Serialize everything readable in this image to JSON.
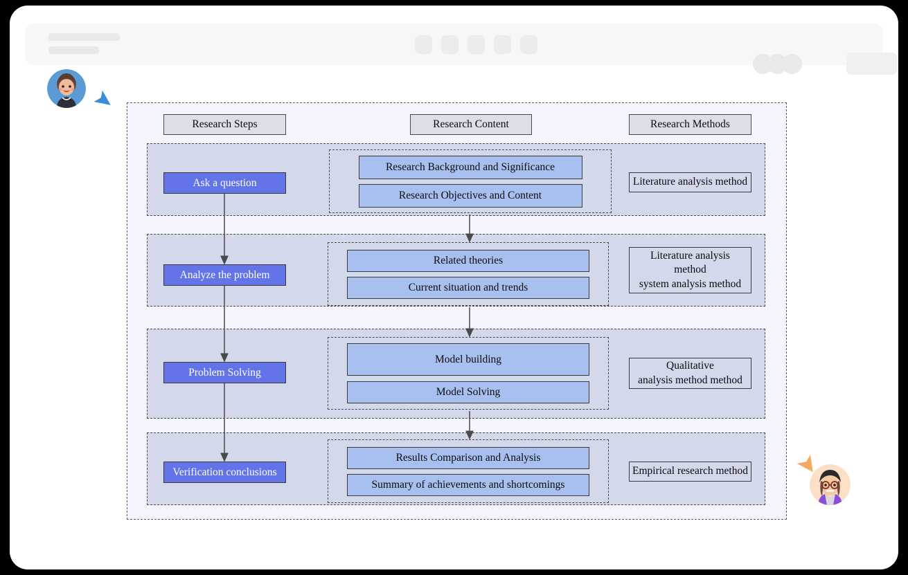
{
  "window": {
    "titlebar": {
      "skeleton_bars": 2,
      "center_icon_count": 5,
      "avatar_group_count": 3,
      "action_pill": ""
    }
  },
  "presence": {
    "cursors": [
      {
        "name": "blue-cursor",
        "color": "#3b8ddb",
        "label": ""
      },
      {
        "name": "orange-cursor",
        "color": "#f5a964",
        "label": ""
      }
    ]
  },
  "diagram": {
    "title": "",
    "headers": [
      {
        "id": "steps",
        "label": "Research Steps"
      },
      {
        "id": "content",
        "label": "Research Content"
      },
      {
        "id": "methods",
        "label": "Research Methods"
      }
    ],
    "colors": {
      "step_fill": "#6274e8",
      "content_fill": "#a8c0f0",
      "band_fill": "#d3d8ea",
      "header_fill": "#dcdee8",
      "canvas_fill": "#f4f5fd",
      "border": "#3a3a3a"
    },
    "rows": [
      {
        "id": "row-1",
        "step": "Ask a question",
        "contents": [
          "Research Background and Significance",
          "Research Objectives and Content"
        ],
        "method": "Literature analysis method"
      },
      {
        "id": "row-2",
        "step": "Analyze the problem",
        "contents": [
          "Related theories",
          "Current situation and trends"
        ],
        "method": "Literature analysis\nmethod\nsystem analysis method"
      },
      {
        "id": "row-3",
        "step": "Problem Solving",
        "contents": [
          "Model building",
          "Model Solving"
        ],
        "method": "Qualitative\nanalysis method  method"
      },
      {
        "id": "row-4",
        "step": "Verification conclusions",
        "contents": [
          "Results Comparison and Analysis",
          "Summary of achievements and shortcomings"
        ],
        "method": "Empirical research method"
      }
    ]
  }
}
